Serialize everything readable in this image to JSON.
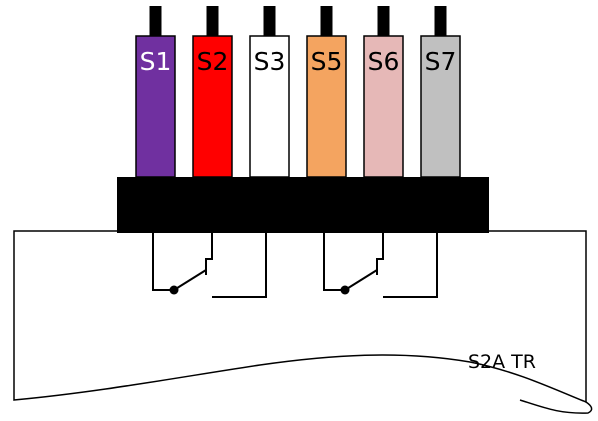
{
  "terminals": [
    {
      "label": "S1",
      "color": "#7030a0",
      "text_color": "#ffffff"
    },
    {
      "label": "S2",
      "color": "#ff0000",
      "text_color": "#000000"
    },
    {
      "label": "S3",
      "color": "#ffffff",
      "text_color": "#000000"
    },
    {
      "label": "S5",
      "color": "#f4a460",
      "text_color": "#000000"
    },
    {
      "label": "S6",
      "color": "#e6b8b7",
      "text_color": "#000000"
    },
    {
      "label": "S7",
      "color": "#c0c0c0",
      "text_color": "#000000"
    }
  ],
  "device_label": "S2A TR",
  "colors": {
    "outline": "#000000",
    "block": "#000000",
    "body_fill": "#ffffff"
  }
}
